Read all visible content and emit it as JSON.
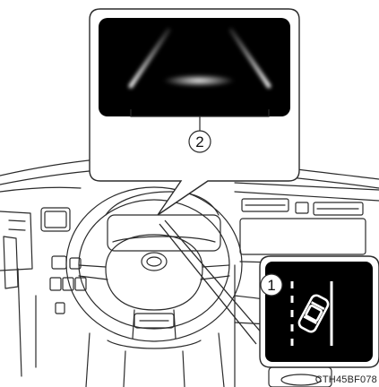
{
  "figure": {
    "code": "CTH45BF078",
    "callouts": [
      {
        "number": "1",
        "target": "lane-departure-indicator"
      },
      {
        "number": "2",
        "target": "head-up-display-lane-lines"
      }
    ]
  },
  "colors": {
    "panel_background": "#000000",
    "line_art": "#2b2b2b",
    "indicator_symbol": "#ffffff"
  }
}
